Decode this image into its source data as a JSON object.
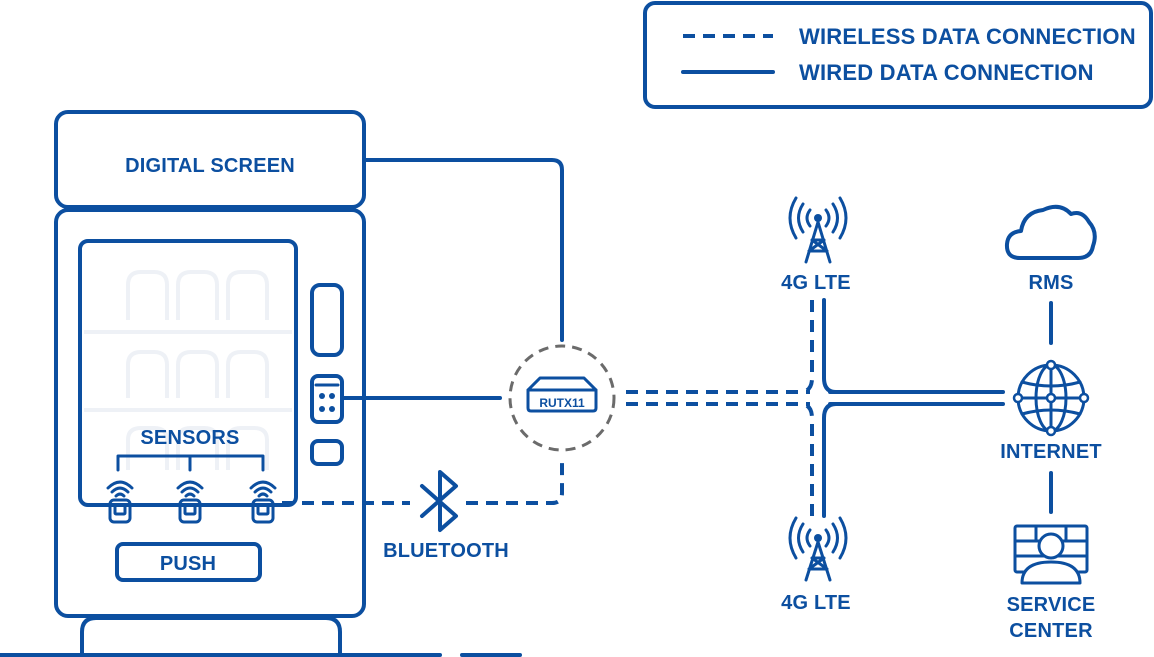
{
  "legend": {
    "wireless_label": "WIRELESS DATA CONNECTION",
    "wired_label": "WIRED DATA CONNECTION"
  },
  "vending_machine": {
    "screen_label": "DIGITAL SCREEN",
    "sensors_label": "SENSORS",
    "push_label": "PUSH"
  },
  "router": {
    "model_label": "RUTX11"
  },
  "bluetooth_label": "BLUETOOTH",
  "towers": {
    "top_label": "4G LTE",
    "bottom_label": "4G LTE"
  },
  "cloud": {
    "rms_label": "RMS"
  },
  "internet_label": "INTERNET",
  "service_center": {
    "line1": "SERVICE",
    "line2": "CENTER"
  },
  "colors": {
    "primary": "#0c4fa0",
    "ghost": "#eef1f6",
    "dashed_ring": "#6b6b6b",
    "background": "#ffffff"
  },
  "icons": [
    "wifi-icon",
    "sensor-icon",
    "bluetooth-icon",
    "router-icon",
    "cell-tower-icon",
    "cloud-icon",
    "globe-icon",
    "user-icon"
  ]
}
